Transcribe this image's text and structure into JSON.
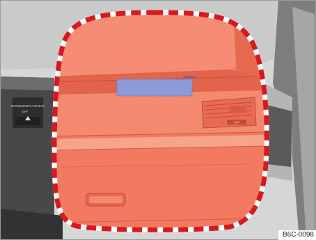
{
  "illustration": {
    "label_airbag": "AIRBAG",
    "panel_title": "PASSENGER AIR BAG",
    "panel_status": "OFF",
    "vent_status": "OFF",
    "image_code": "B6C-0098"
  },
  "colors": {
    "highlight_fill": "#f27a60",
    "highlight_border": "#d7191f",
    "marker_blue": "#8c9ad8",
    "background_grey": "#d5d6d6",
    "dark_grey": "#575859"
  }
}
